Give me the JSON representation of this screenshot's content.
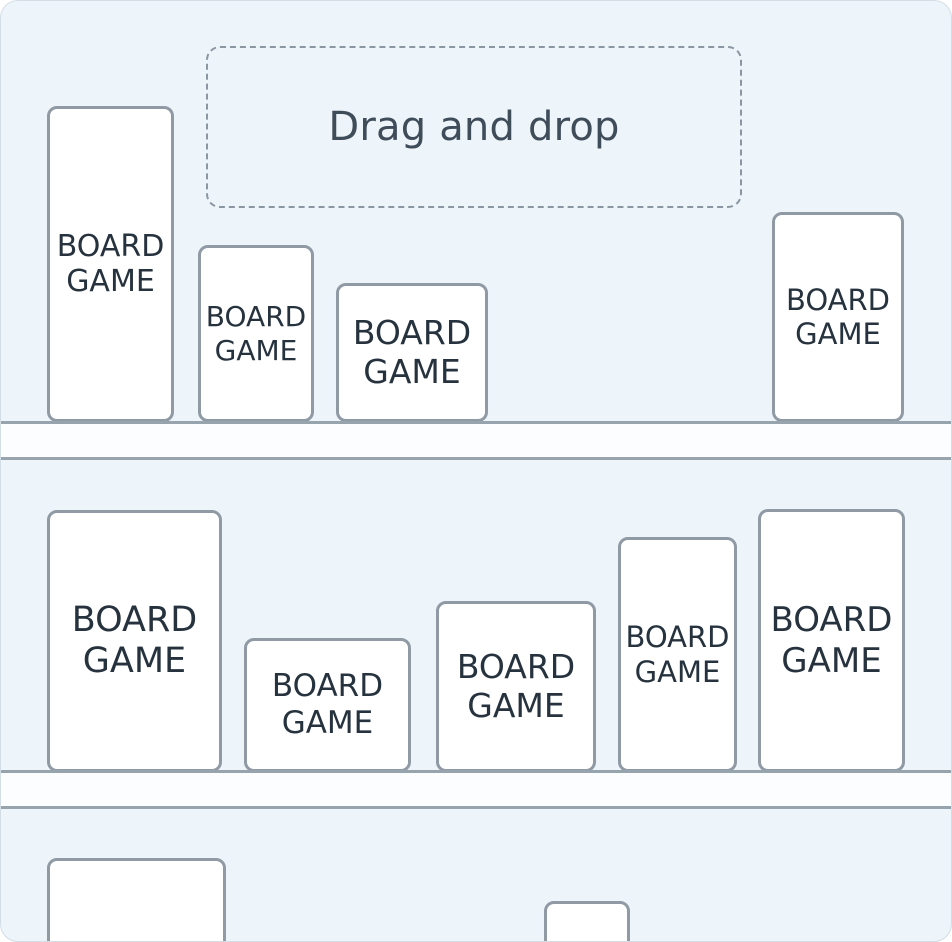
{
  "drop_zone": {
    "label": "Drag and drop"
  },
  "shelves": [
    {
      "name": "top-shelf",
      "games": [
        {
          "label": "BOARD\nGAME"
        },
        {
          "label": "BOARD\nGAME"
        },
        {
          "label": "BOARD\nGAME"
        },
        {
          "label": "BOARD\nGAME"
        }
      ]
    },
    {
      "name": "middle-shelf",
      "games": [
        {
          "label": "BOARD\nGAME"
        },
        {
          "label": "BOARD\nGAME"
        },
        {
          "label": "BOARD\nGAME"
        },
        {
          "label": "BOARD\nGAME"
        },
        {
          "label": "BOARD\nGAME"
        }
      ]
    },
    {
      "name": "bottom-shelf",
      "games": [
        {
          "label": ""
        },
        {
          "label": ""
        }
      ]
    }
  ],
  "colors": {
    "background": "#eef5fa",
    "card": "#ffffff",
    "border": "#8f9aa4",
    "text": "#26323e"
  }
}
